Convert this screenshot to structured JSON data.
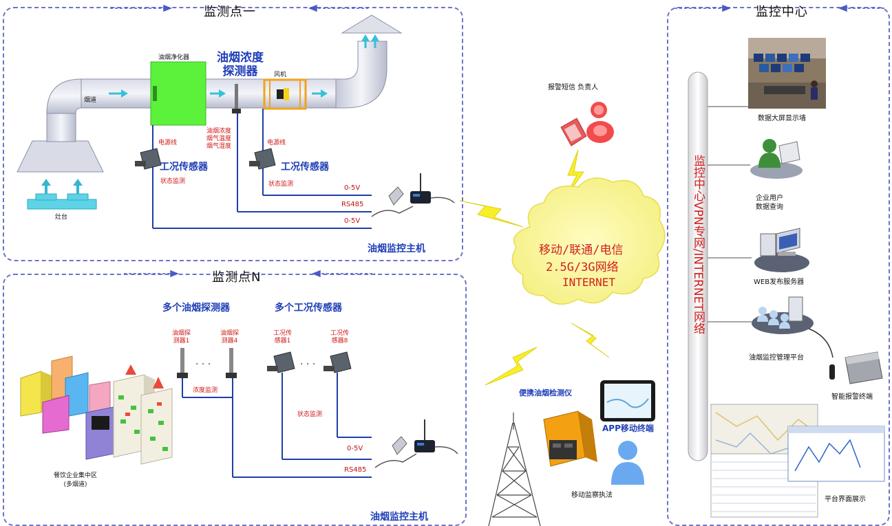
{
  "panel1": {
    "title": "监测点一",
    "label_flue": "烟道",
    "label_purifier": "油烟净化器",
    "label_detector": "油烟浓度\n探测器",
    "label_fan": "风机",
    "label_stove": "灶台",
    "label_power1": "电源线",
    "label_power2": "电源线",
    "label_measures": "油烟浓度\n烟气温度\n烟气湿度",
    "label_sensor1": "工况传感器",
    "label_sensor2": "工况传感器",
    "label_state1": "状态监测",
    "label_state2": "状态监测",
    "sig_05v_a": "0-5V",
    "sig_rs485": "RS485",
    "sig_05v_b": "0-5V",
    "host": "油烟监控主机"
  },
  "panelN": {
    "title": "监测点N",
    "label_multi_detectors": "多个油烟探测器",
    "label_multi_sensors": "多个工况传感器",
    "det1": "油烟探\n测器1",
    "det4": "油烟探\n测器4",
    "sen1": "工况传\n感器1",
    "sen8": "工况传\n感器8",
    "dots": "· · ·",
    "label_conc": "浓度监测",
    "label_state": "状态监测",
    "sig_05v": "0-5V",
    "sig_rs485": "RS485",
    "label_district": "餐饮企业集中区\n(多烟道)",
    "host": "油烟监控主机"
  },
  "network": {
    "cloud_line1": "移动/联通/电信",
    "cloud_line2": "2.5G/3G网络",
    "cloud_line3": "INTERNET",
    "alarm": "报警短信 负责人",
    "portable": "便携油烟检测仪",
    "app": "APP移动终端",
    "mobile": "移动监察执法"
  },
  "center": {
    "title": "监控中心",
    "vpn": "监控中心VPN专网/INTERNET网络",
    "wall": "数据大屏显示墙",
    "user": "企业用户\n数据查询",
    "web": "WEB发布服务器",
    "platform": "油烟监控管理平台",
    "alarm_terminal": "智能报警终端",
    "screens": "平台界面展示"
  }
}
